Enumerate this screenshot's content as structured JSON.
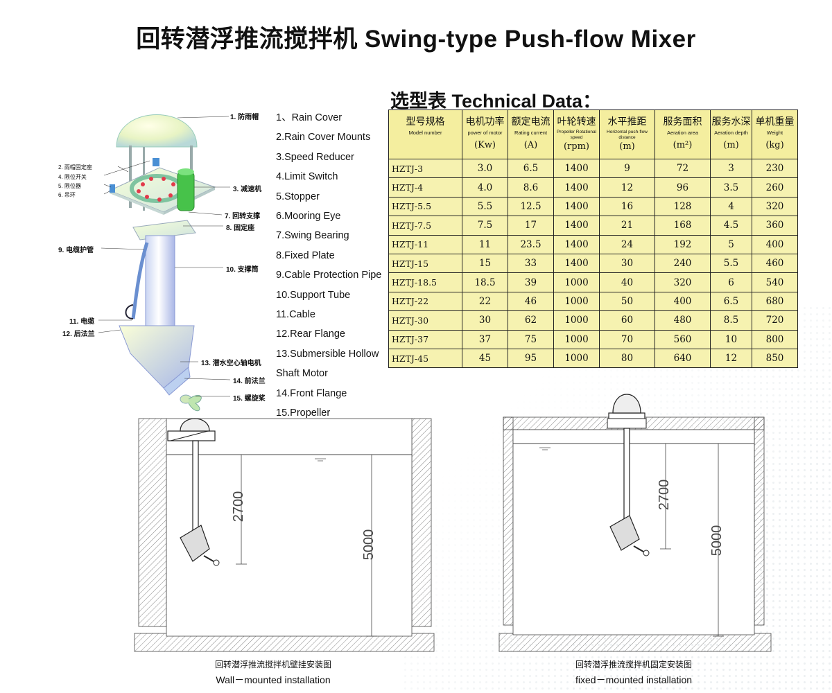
{
  "title": "回转潜浮推流搅拌机 Swing-type Push-flow Mixer",
  "technical_data_title": "选型表  Technical Data：",
  "callouts": [
    {
      "text": "1. 防雨帽"
    },
    {
      "text": "2. 雨帽固定座"
    },
    {
      "text": "4. 限位开关"
    },
    {
      "text": "5. 限位器"
    },
    {
      "text": "6. 吊环"
    },
    {
      "text": "3. 减速机"
    },
    {
      "text": "7. 回转支撑"
    },
    {
      "text": "8. 固定座"
    },
    {
      "text": "9. 电缆护管"
    },
    {
      "text": "10. 支撑筒"
    },
    {
      "text": "11. 电缆"
    },
    {
      "text": "12. 后法兰"
    },
    {
      "text": "13. 潜水空心轴电机"
    },
    {
      "text": "14. 前法兰"
    },
    {
      "text": "15. 螺旋桨"
    }
  ],
  "legend": [
    "1、Rain Cover",
    "2.Rain Cover Mounts",
    "3.Speed Reducer",
    "4.Limit Switch",
    "5.Stopper",
    "6.Mooring Eye",
    "7.Swing Bearing",
    "8.Fixed Plate",
    "9.Cable Protection Pipe",
    "10.Support Tube",
    "11.Cable",
    "12.Rear Flange",
    "13.Submersible Hollow",
    "Shaft Motor",
    "14.Front Flange",
    "15.Propeller"
  ],
  "table": {
    "headers": [
      {
        "cn": "型号规格",
        "en": "Model number",
        "unit": ""
      },
      {
        "cn": "电机功率",
        "en": "power of motor",
        "unit": "(Kw)"
      },
      {
        "cn": "额定电流",
        "en": "Rating current",
        "unit": "(A)"
      },
      {
        "cn": "叶轮转速",
        "en": "Propeller Rotational speed",
        "unit": "(rpm)"
      },
      {
        "cn": "水平推距",
        "en": "Horizontal push-flow distance",
        "unit": "(m)"
      },
      {
        "cn": "服务面积",
        "en": "Aeration area",
        "unit": "(m²)"
      },
      {
        "cn": "服务水深",
        "en": "Aeration depth",
        "unit": "(m)"
      },
      {
        "cn": "单机重量",
        "en": "Weight",
        "unit": "(kg)"
      }
    ],
    "rows": [
      [
        "HZTJ-3",
        "3.0",
        "6.5",
        "1400",
        "9",
        "72",
        "3",
        "230"
      ],
      [
        "HZTJ-4",
        "4.0",
        "8.6",
        "1400",
        "12",
        "96",
        "3.5",
        "260"
      ],
      [
        "HZTJ-5.5",
        "5.5",
        "12.5",
        "1400",
        "16",
        "128",
        "4",
        "320"
      ],
      [
        "HZTJ-7.5",
        "7.5",
        "17",
        "1400",
        "21",
        "168",
        "4.5",
        "360"
      ],
      [
        "HZTJ-11",
        "11",
        "23.5",
        "1400",
        "24",
        "192",
        "5",
        "400"
      ],
      [
        "HZTJ-15",
        "15",
        "33",
        "1400",
        "30",
        "240",
        "5.5",
        "460"
      ],
      [
        "HZTJ-18.5",
        "18.5",
        "39",
        "1000",
        "40",
        "320",
        "6",
        "540"
      ],
      [
        "HZTJ-22",
        "22",
        "46",
        "1000",
        "50",
        "400",
        "6.5",
        "680"
      ],
      [
        "HZTJ-30",
        "30",
        "62",
        "1000",
        "60",
        "480",
        "8.5",
        "720"
      ],
      [
        "HZTJ-37",
        "37",
        "75",
        "1000",
        "70",
        "560",
        "10",
        "800"
      ],
      [
        "HZTJ-45",
        "45",
        "95",
        "1000",
        "80",
        "640",
        "12",
        "850"
      ]
    ]
  },
  "installations": [
    {
      "dim_short": "2700",
      "dim_long": "5000",
      "caption_cn": "回转潜浮推流搅拌机壁挂安装图",
      "caption_en": "Wall－mounted installation"
    },
    {
      "dim_short": "2700",
      "dim_long": "5000",
      "caption_cn": "回转潜浮推流搅拌机固定安装图",
      "caption_en": "fixed－mounted  installation"
    }
  ]
}
